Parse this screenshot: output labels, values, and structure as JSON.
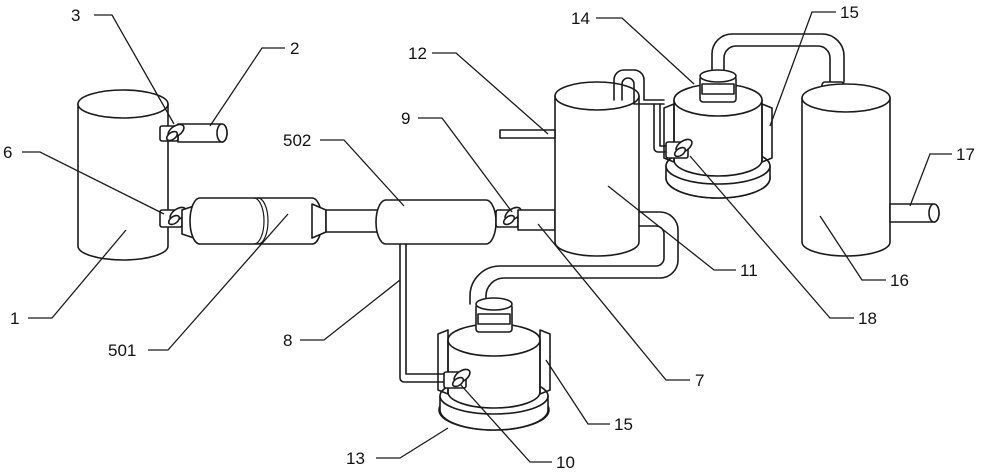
{
  "labels": {
    "l1": "1",
    "l2": "2",
    "l3": "3",
    "l6": "6",
    "l7": "7",
    "l8": "8",
    "l9": "9",
    "l10": "10",
    "l11": "11",
    "l12": "12",
    "l13": "13",
    "l14": "14",
    "l15a": "15",
    "l15b": "15",
    "l16": "16",
    "l17": "17",
    "l18": "18",
    "l501": "501",
    "l502": "502"
  }
}
